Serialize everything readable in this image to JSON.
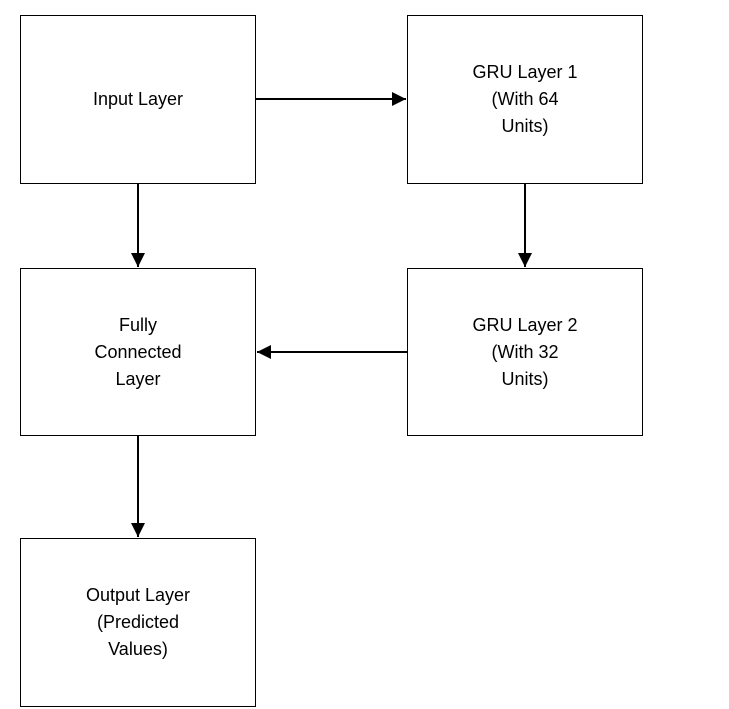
{
  "diagram": {
    "nodes": {
      "input_layer": {
        "lines": [
          "Input Layer"
        ]
      },
      "gru_layer_1": {
        "lines": [
          "GRU Layer 1",
          "(With 64",
          "Units)"
        ]
      },
      "fully_connected": {
        "lines": [
          "Fully",
          "Connected",
          "Layer"
        ]
      },
      "gru_layer_2": {
        "lines": [
          "GRU Layer 2",
          "(With 32",
          "Units)"
        ]
      },
      "output_layer": {
        "lines": [
          "Output Layer",
          "(Predicted",
          "Values)"
        ]
      }
    },
    "edges": [
      {
        "from": "input_layer",
        "to": "gru_layer_1"
      },
      {
        "from": "input_layer",
        "to": "fully_connected"
      },
      {
        "from": "gru_layer_1",
        "to": "gru_layer_2"
      },
      {
        "from": "gru_layer_2",
        "to": "fully_connected"
      },
      {
        "from": "fully_connected",
        "to": "output_layer"
      }
    ],
    "colors": {
      "stroke": "#000000",
      "background": "#ffffff"
    }
  }
}
